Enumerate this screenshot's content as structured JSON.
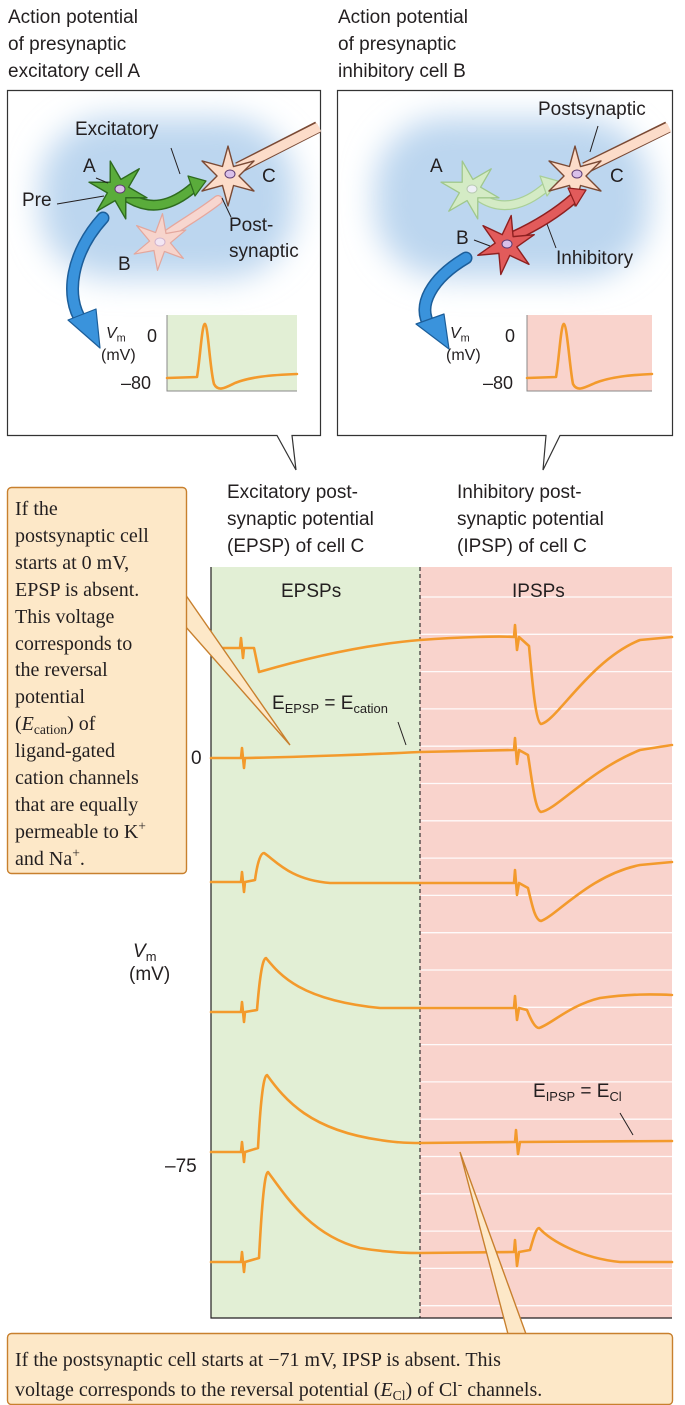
{
  "colors": {
    "trace": "#f39a2c",
    "epsp_region": "#e2efd5",
    "ipsp_region": "#f9d3cc",
    "note_fill": "#fde8c8",
    "note_border": "#c8802e",
    "glow": "#bcd6ef",
    "arrow": "#3a93dc",
    "neuron_a": "#5aac3b",
    "neuron_b": "#e25b5b",
    "neuron_c": "#fcdcc9"
  },
  "panel_a": {
    "title": [
      "Action potential",
      "of presynaptic",
      "excitatory cell A"
    ],
    "excitatory": "Excitatory",
    "a": "A",
    "pre": "Pre",
    "c": "C",
    "post": [
      "Post-",
      "synaptic"
    ],
    "b": "B",
    "graph": {
      "v": "V",
      "v_sub": "m",
      "unit": "(mV)",
      "zero": "0",
      "low": "–80"
    }
  },
  "panel_b": {
    "title": [
      "Action potential",
      "of presynaptic",
      "inhibitory cell B"
    ],
    "postsynaptic": "Postsynaptic",
    "a": "A",
    "c": "C",
    "b": "B",
    "inhibitory": "Inhibitory",
    "graph": {
      "v": "V",
      "v_sub": "m",
      "unit": "(mV)",
      "zero": "0",
      "low": "–80"
    }
  },
  "epsp_heading": [
    "Excitatory post-",
    "synaptic potential",
    "(EPSP) of cell C"
  ],
  "ipsp_heading": [
    "Inhibitory post-",
    "synaptic potential",
    "(IPSP) of cell C"
  ],
  "chart": {
    "epsps": "EPSPs",
    "ipsps": "IPSPs",
    "axis_zero": "0",
    "axis_low": "–75",
    "y_label": {
      "v": "V",
      "sub": "m",
      "unit": "(mV)"
    },
    "e_epsp": {
      "e": "E",
      "sub": "EPSP",
      "eq": " = E",
      "sub2": "cation"
    },
    "e_ipsp": {
      "e": "E",
      "sub": "IPSP",
      "eq": " = E",
      "sub2": "Cl"
    }
  },
  "note_left": {
    "lines": [
      "If the",
      "postsynaptic cell",
      "starts at 0 mV,",
      "EPSP is absent.",
      "This voltage",
      "corresponds to",
      "the reversal",
      "potential"
    ],
    "symbol_line": {
      "open": "(",
      "e": "E",
      "sub": "cation",
      "close": ") of"
    },
    "lines2": [
      "ligand-gated",
      "cation channels",
      "that are equally"
    ],
    "k_line": {
      "text": "permeable to K",
      "sup": "+"
    },
    "na_line": {
      "text": "and Na",
      "sup": "+",
      "end": "."
    }
  },
  "note_bottom": {
    "line1": "If the postsynaptic cell starts at −71 mV, IPSP is absent. This",
    "line2_start": "voltage corresponds to the reversal potential (",
    "e": "E",
    "sub": "Cl",
    "line2_mid": ") of Cl",
    "sup": "-",
    "line2_end": " channels."
  }
}
